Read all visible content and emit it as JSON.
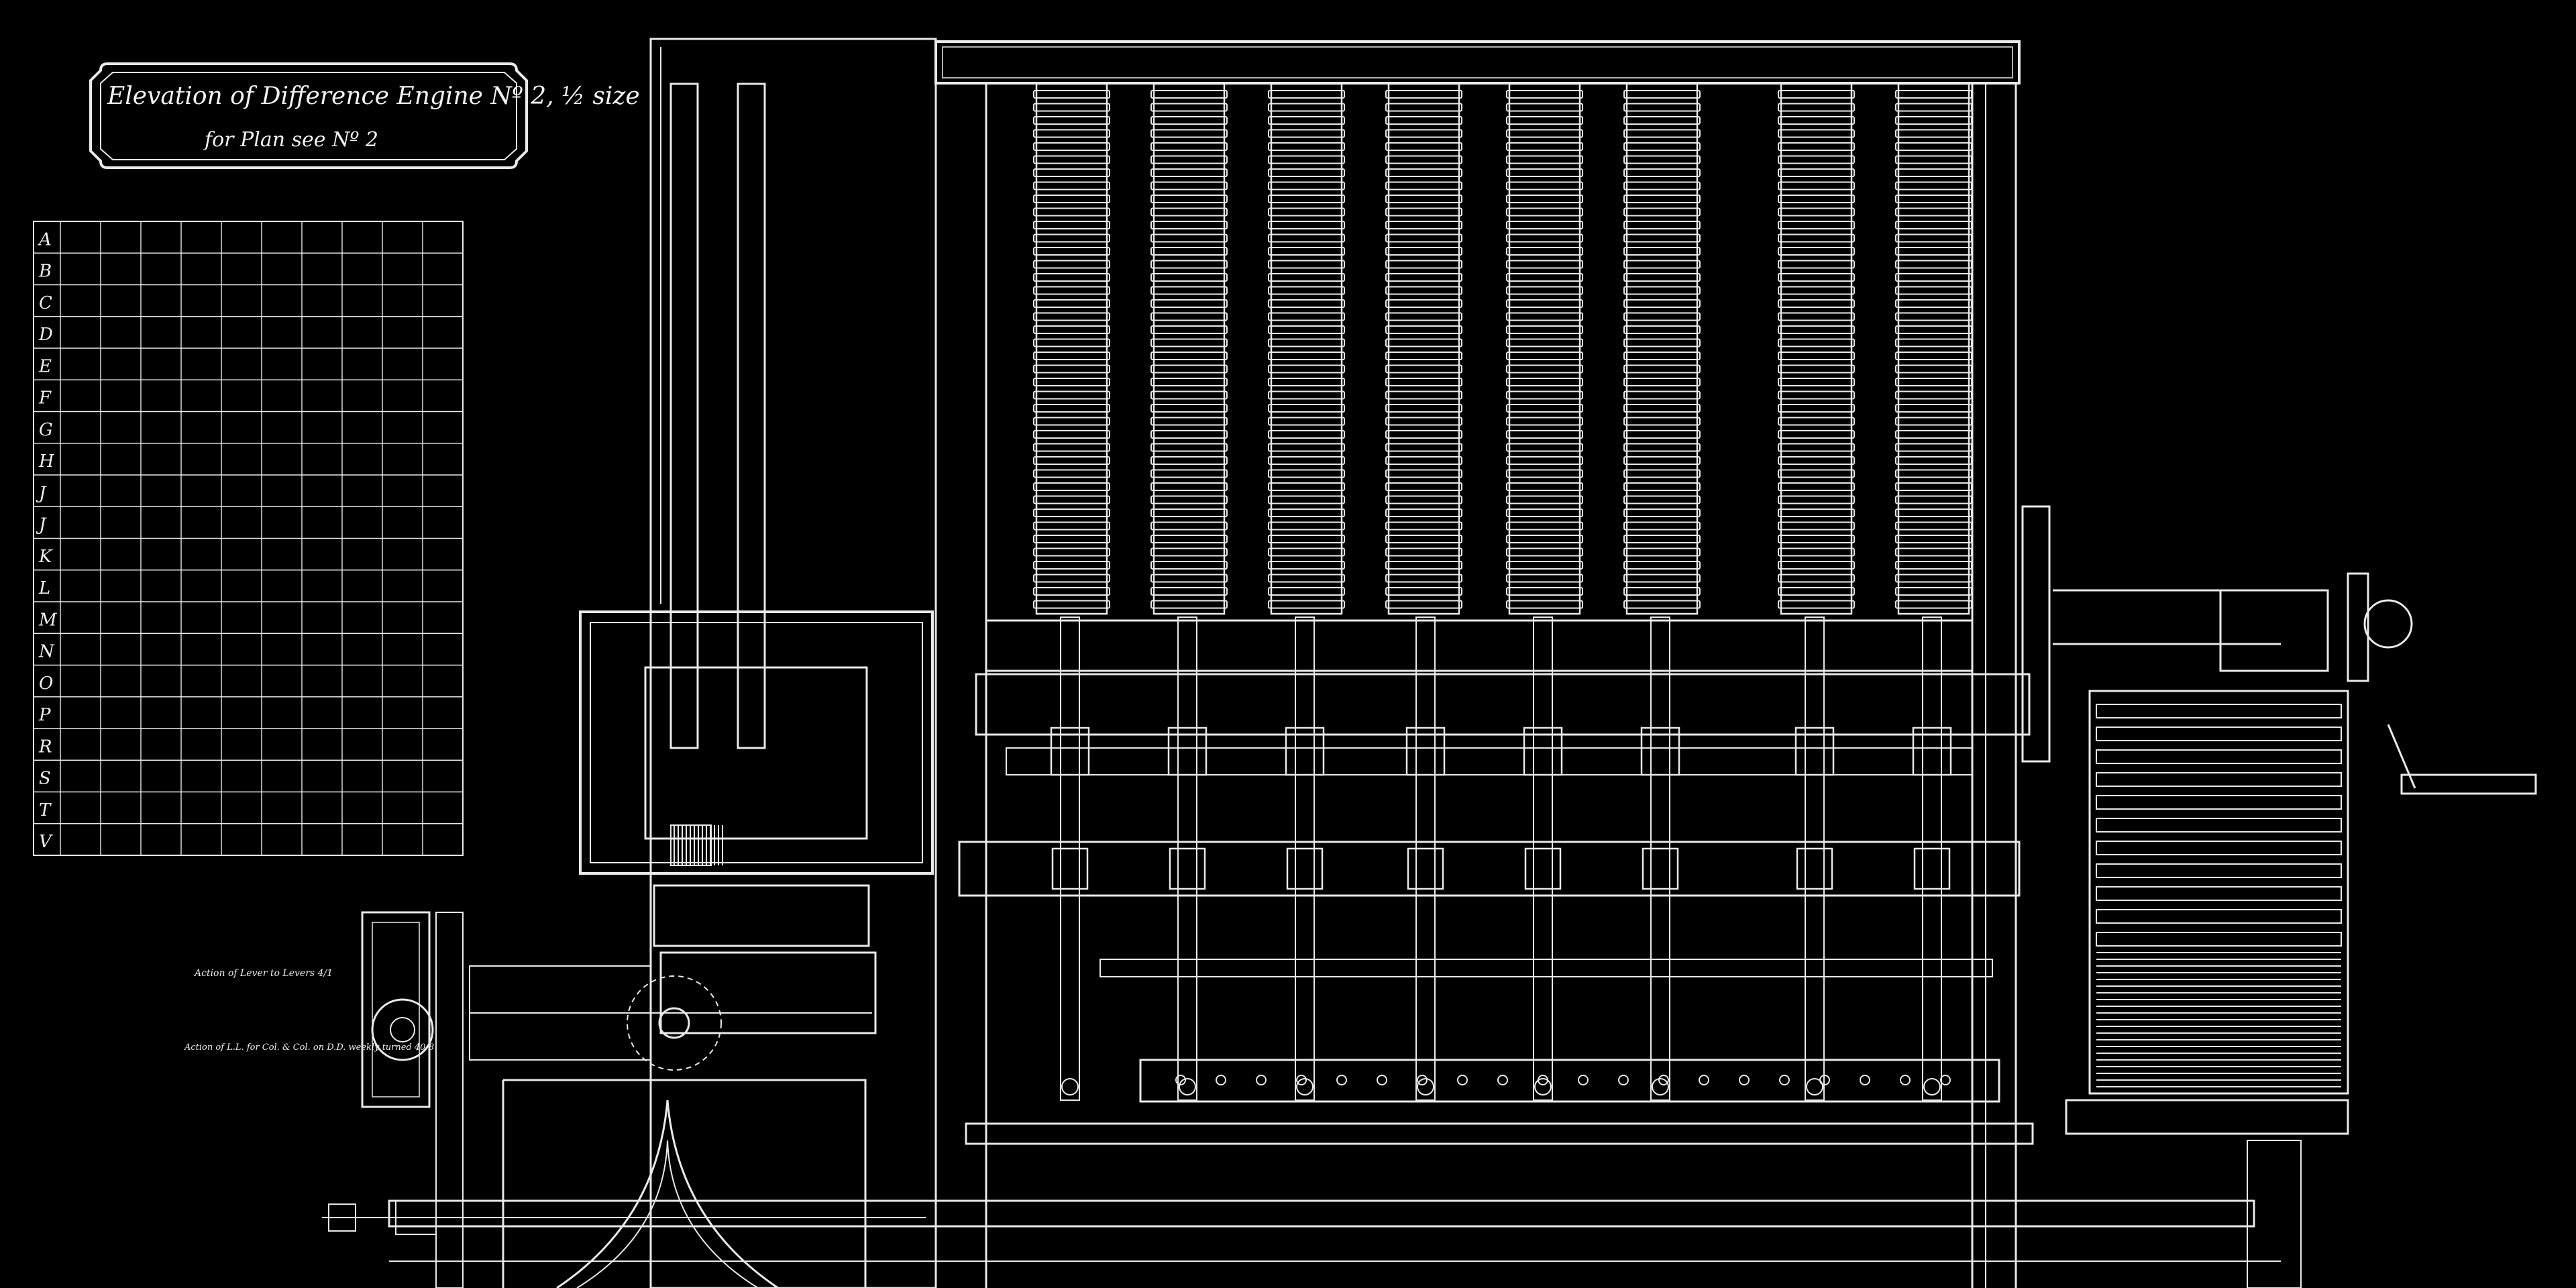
{
  "title_cartouche": {
    "line1": "Elevation of Difference Engine Nº 2, ½ size",
    "line2": "for Plan see Nº 2"
  },
  "table": {
    "row_labels": [
      "A",
      "B",
      "C",
      "D",
      "E",
      "F",
      "G",
      "H",
      "J",
      "J",
      "K",
      "L",
      "M",
      "N",
      "O",
      "P",
      "R",
      "S",
      "T",
      "V"
    ]
  },
  "annotations": {
    "note1": "Action of Lever to Levers 4/1",
    "note2": "Action of L.L. for Col. & Col. on D.D. weekly turned 40/8"
  },
  "colors": {
    "background": "#000000",
    "ink": "#e9e9e9"
  }
}
